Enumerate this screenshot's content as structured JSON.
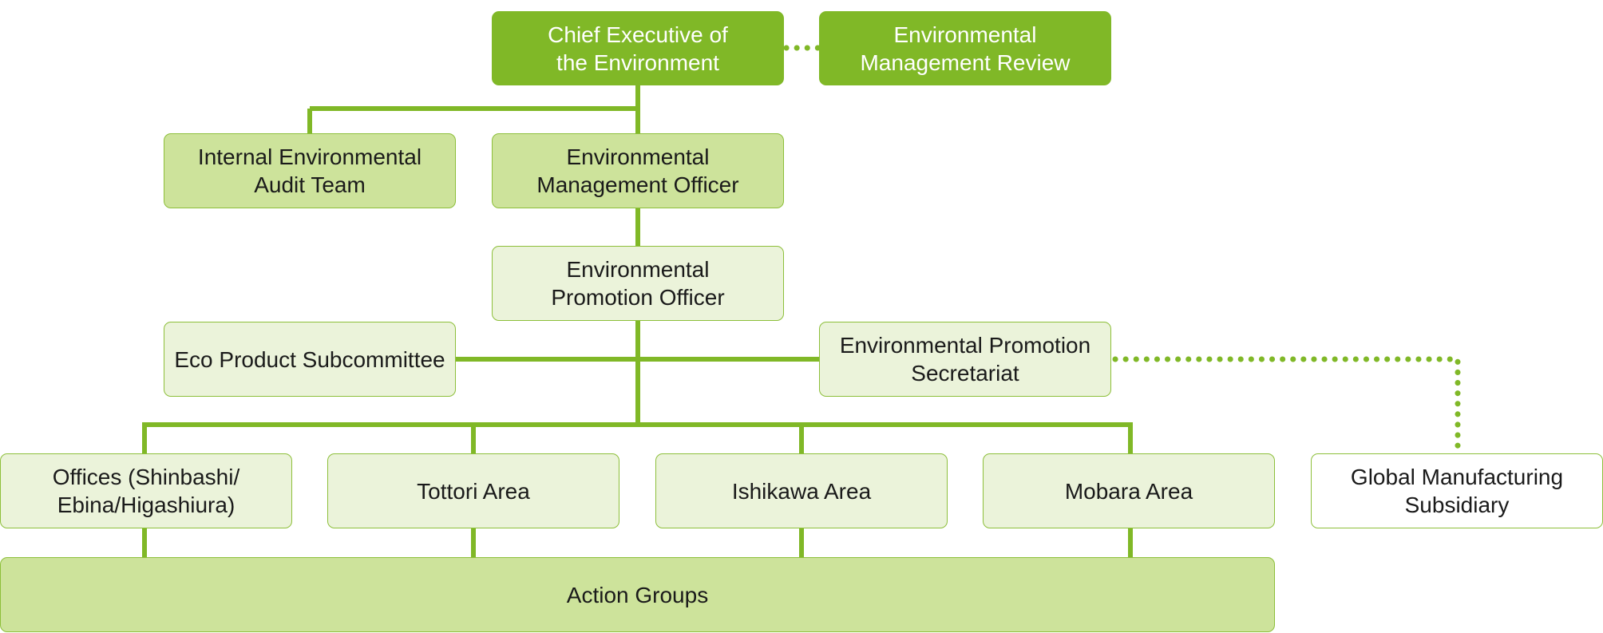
{
  "colors": {
    "connector": "#80b827",
    "dark_fill": "#80b827",
    "mid_fill": "#cde39b",
    "light_fill": "#ebf3da",
    "border": "#8dbf3a"
  },
  "nodes": {
    "chief_executive": "Chief Executive of\nthe Environment",
    "management_review": "Environmental\nManagement Review",
    "internal_audit": "Internal Environmental\nAudit Team",
    "management_officer": "Environmental\nManagement Officer",
    "promotion_officer": "Environmental\nPromotion Officer",
    "eco_product": "Eco Product Subcommittee",
    "promotion_secretariat": "Environmental Promotion\nSecretariat",
    "offices": "Offices (Shinbashi/\nEbina/Higashiura)",
    "tottori": "Tottori Area",
    "ishikawa": "Ishikawa Area",
    "mobara": "Mobara Area",
    "global_subsidiary": "Global Manufacturing\nSubsidiary",
    "action_groups": "Action Groups"
  }
}
